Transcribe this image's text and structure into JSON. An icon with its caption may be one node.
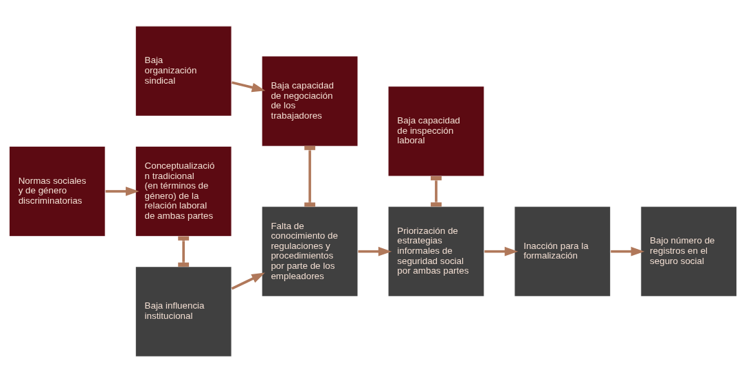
{
  "diagram": {
    "nodes": [
      {
        "text": [
          "Baja organización sindical"
        ]
      },
      {
        "text": [
          "Baja capacidad de negociación de los trabajadores"
        ]
      },
      {
        "text": [
          "Baja influencia institucional"
        ]
      },
      {
        "text": [
          "Falta de conocimiento de regulaciones y procedimientos por parte de los empleadores"
        ]
      },
      {
        "text": [
          "Priorización de estrategias informales de seguridad social por ambas partes"
        ]
      },
      {
        "text": [
          "Inacción para la formalización"
        ]
      },
      {
        "text": [
          "Bajo número de registros en el seguro social"
        ]
      },
      {
        "text": [
          "Normas sociales y de género discriminatorias"
        ]
      },
      {
        "text": [
          "Conceptualización tradicional (en términos de género) de la relación laboral de ambas partes"
        ]
      },
      {
        "text": [
          "Baja capacidad de inspección laboral"
        ]
      }
    ],
    "edges": [
      {
        "from": 0,
        "to": 1,
        "arrow": "to"
      },
      {
        "from": 1,
        "to": 3,
        "arrow": "other"
      },
      {
        "from": 2,
        "to": 3,
        "arrow": "to"
      },
      {
        "from": 3,
        "to": 4,
        "arrow": "to"
      },
      {
        "from": 4,
        "to": 5,
        "arrow": "to"
      },
      {
        "from": 5,
        "to": 6,
        "arrow": "to"
      },
      {
        "from": 8,
        "to": 2,
        "arrow": "other"
      },
      {
        "from": 9,
        "to": 4,
        "arrow": "other"
      },
      {
        "from": 7,
        "to": 8,
        "arrow": "to"
      }
    ]
  }
}
